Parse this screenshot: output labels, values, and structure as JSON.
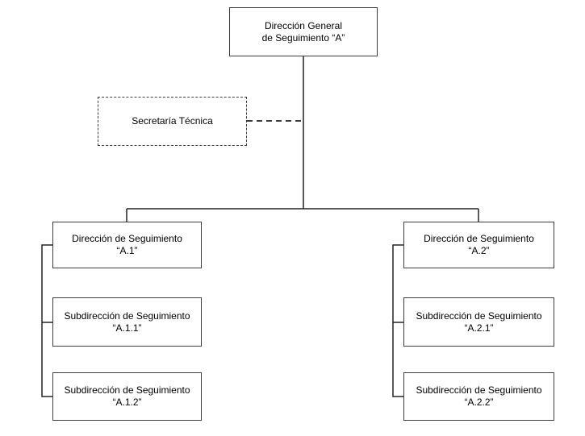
{
  "diagram": {
    "type": "org-chart",
    "colors": {
      "background": "#ffffff",
      "box_border": "#3d3d3d",
      "connector_line": "#222222",
      "text": "#000000"
    },
    "nodes": {
      "root": {
        "id": "A",
        "line1": "Dirección General",
        "line2": "de Seguimiento “A”"
      },
      "secretaria": {
        "id": "ST",
        "line1": "Secretaría Técnica",
        "line2": ""
      },
      "a1": {
        "id": "A.1",
        "line1": "Dirección de Seguimiento",
        "line2": "“A.1”"
      },
      "a11": {
        "id": "A.1.1",
        "line1": "Subdirección de Seguimiento",
        "line2": "“A.1.1”"
      },
      "a12": {
        "id": "A.1.2",
        "line1": "Subdirección de Seguimiento",
        "line2": "“A.1.2”"
      },
      "a2": {
        "id": "A.2",
        "line1": "Dirección de Seguimiento",
        "line2": "“A.2”"
      },
      "a21": {
        "id": "A.2.1",
        "line1": "Subdirección de Seguimiento",
        "line2": "“A.2.1”"
      },
      "a22": {
        "id": "A.2.2",
        "line1": "Subdirección de Seguimiento",
        "line2": "“A.2.2”"
      }
    },
    "edges": [
      {
        "from": "A",
        "to": "A.1",
        "style": "solid"
      },
      {
        "from": "A",
        "to": "A.2",
        "style": "solid"
      },
      {
        "from": "A",
        "to": "ST",
        "style": "dashed"
      },
      {
        "from": "A.1",
        "to": "A.1.1",
        "style": "solid"
      },
      {
        "from": "A.1",
        "to": "A.1.2",
        "style": "solid"
      },
      {
        "from": "A.2",
        "to": "A.2.1",
        "style": "solid"
      },
      {
        "from": "A.2",
        "to": "A.2.2",
        "style": "solid"
      }
    ]
  }
}
